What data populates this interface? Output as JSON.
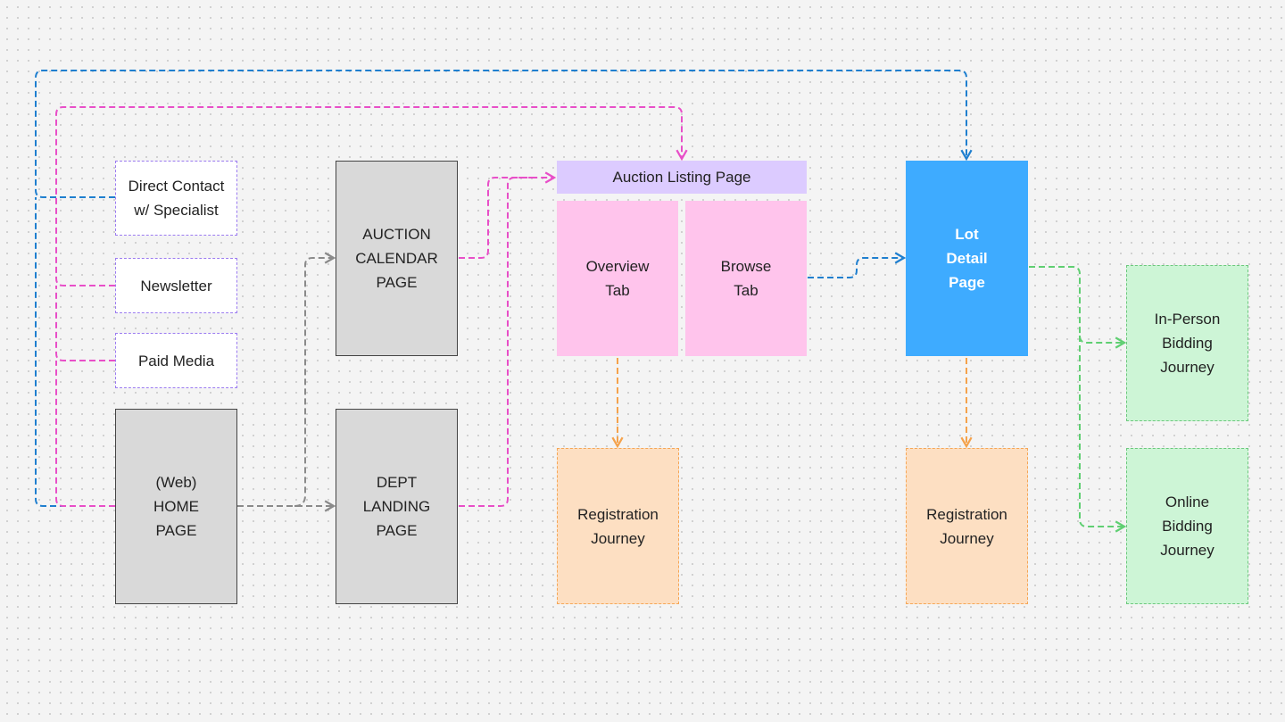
{
  "sources": {
    "direct_contact": "Direct Contact\nw/ Specialist",
    "newsletter": "Newsletter",
    "paid_media": "Paid Media"
  },
  "pages": {
    "home": "(Web)\nHOME\nPAGE",
    "auction_calendar": "AUCTION\nCALENDAR\nPAGE",
    "dept_landing": "DEPT\nLANDING\nPAGE"
  },
  "auction_listing": {
    "title": "Auction Listing Page",
    "overview_tab": "Overview\nTab",
    "browse_tab": "Browse\nTab"
  },
  "lot_detail": "Lot\nDetail\nPage",
  "registration": {
    "listing": "Registration\nJourney",
    "lot": "Registration\nJourney"
  },
  "bidding": {
    "in_person": "In-Person\nBidding\nJourney",
    "online": "Online\nBidding\nJourney"
  },
  "colors": {
    "blue_path": "#1f7fcf",
    "pink_path": "#e84fc8",
    "gray_path": "#8a8a8a",
    "orange_path": "#f5a24b",
    "green_path": "#5fcf72",
    "source_border": "#9b7bf0",
    "page_fill": "#d9d9d9",
    "listing_header_fill": "#dccbff",
    "tab_fill": "#ffc4ec",
    "lot_fill": "#3eabff",
    "registration_fill": "#fddfc2",
    "bidding_fill": "#cdf5d6"
  }
}
